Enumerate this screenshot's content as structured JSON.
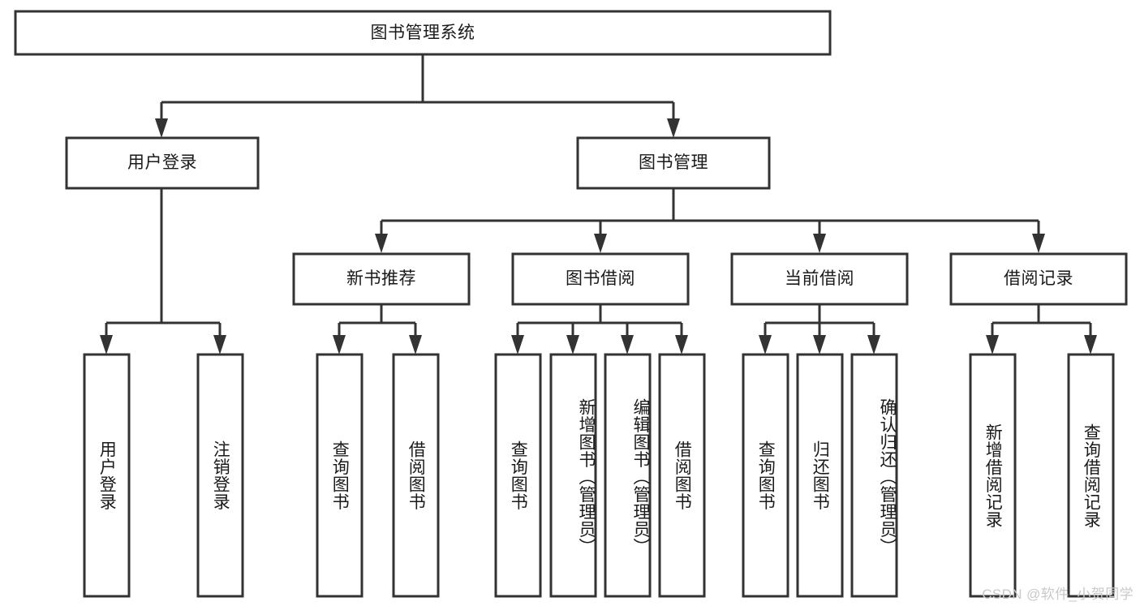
{
  "diagram": {
    "type": "tree-hierarchy-diagram",
    "title": "图书管理系统",
    "orientation": "top-down",
    "colors": {
      "box_stroke": "#333333",
      "box_fill": "#ffffff",
      "connector": "#333333",
      "text": "#1a1a1a",
      "background": "#ffffff",
      "watermark": "#c9c9c9"
    },
    "root": {
      "id": "root",
      "label": "图书管理系统",
      "level": 0,
      "orientation": "horizontal"
    },
    "level1": [
      {
        "id": "user-login",
        "label": "用户登录",
        "orientation": "horizontal"
      },
      {
        "id": "book-management",
        "label": "图书管理",
        "orientation": "horizontal"
      }
    ],
    "level2": [
      {
        "id": "new-book-recommend",
        "label": "新书推荐",
        "parent": "book-management",
        "orientation": "horizontal"
      },
      {
        "id": "book-borrow",
        "label": "图书借阅",
        "parent": "book-management",
        "orientation": "horizontal"
      },
      {
        "id": "current-borrow",
        "label": "当前借阅",
        "parent": "book-management",
        "orientation": "horizontal"
      },
      {
        "id": "borrow-record",
        "label": "借阅记录",
        "parent": "book-management",
        "orientation": "horizontal"
      }
    ],
    "leaves": [
      {
        "id": "leaf-user-login",
        "label": "用户登录",
        "parent": "user-login",
        "orientation": "vertical"
      },
      {
        "id": "leaf-logout-login",
        "label": "注销登录",
        "parent": "user-login",
        "orientation": "vertical"
      },
      {
        "id": "leaf-query-book-1",
        "label": "查询图书",
        "parent": "new-book-recommend",
        "orientation": "vertical"
      },
      {
        "id": "leaf-borrow-book-1",
        "label": "借阅图书",
        "parent": "new-book-recommend",
        "orientation": "vertical"
      },
      {
        "id": "leaf-query-book-2",
        "label": "查询图书",
        "parent": "book-borrow",
        "orientation": "vertical"
      },
      {
        "id": "leaf-add-book",
        "label": "新增图书（管理员）",
        "parent": "book-borrow",
        "orientation": "vertical"
      },
      {
        "id": "leaf-edit-book",
        "label": "编辑图书（管理员）",
        "parent": "book-borrow",
        "orientation": "vertical"
      },
      {
        "id": "leaf-borrow-book-2",
        "label": "借阅图书",
        "parent": "book-borrow",
        "orientation": "vertical"
      },
      {
        "id": "leaf-query-book-3",
        "label": "查询图书",
        "parent": "current-borrow",
        "orientation": "vertical"
      },
      {
        "id": "leaf-return-book",
        "label": "归还图书",
        "parent": "current-borrow",
        "orientation": "vertical"
      },
      {
        "id": "leaf-confirm-return",
        "label": "确认归还（管理员）",
        "parent": "current-borrow",
        "orientation": "vertical"
      },
      {
        "id": "leaf-add-borrow-record",
        "label": "新增借阅记录",
        "parent": "borrow-record",
        "orientation": "vertical"
      },
      {
        "id": "leaf-query-borrow-record",
        "label": "查询借阅记录",
        "parent": "borrow-record",
        "orientation": "vertical"
      }
    ]
  },
  "watermark": {
    "text": "CSDN @软件_小贺同学"
  }
}
